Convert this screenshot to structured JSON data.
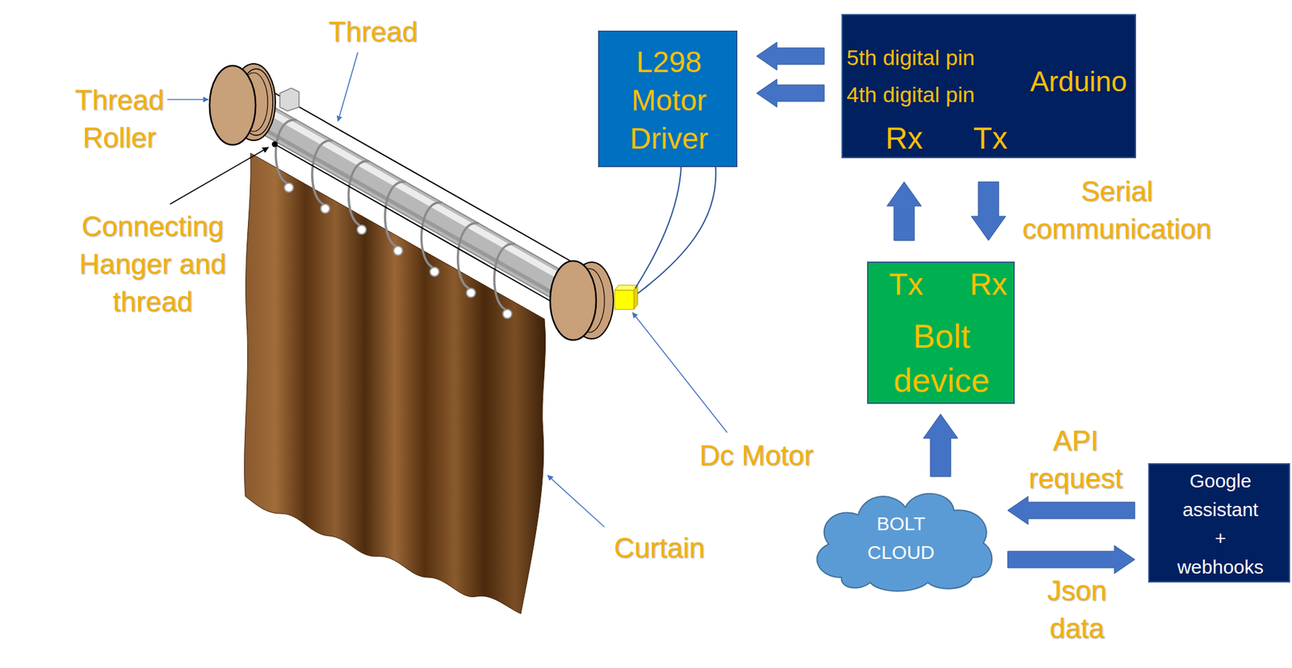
{
  "diagram": {
    "nodes": [
      {
        "text": [
          "L298 Motor Driver"
        ]
      },
      {
        "text": [
          "5th digital pin",
          "4th digital pin",
          "Arduino",
          "Rx",
          "Tx"
        ]
      },
      {
        "text": [
          "Tx",
          "Rx",
          "Bolt device"
        ]
      },
      {
        "text": [
          "BOLT CLOUD"
        ]
      },
      {
        "text": [
          "Google assistant + webhooks"
        ]
      }
    ],
    "edges": [
      {
        "from": 1,
        "to": 0,
        "arrow": "to"
      },
      {
        "from": 1,
        "to": 0,
        "arrow": "to"
      },
      {
        "from": 2,
        "to": 1,
        "arrow": "to"
      },
      {
        "from": 1,
        "to": 2,
        "arrow": "to"
      },
      {
        "from": 3,
        "to": 2,
        "arrow": "to"
      },
      {
        "from": 4,
        "to": 3,
        "arrow": "to",
        "label": "API request"
      },
      {
        "from": 3,
        "to": 4,
        "arrow": "to",
        "label": "Json data"
      }
    ],
    "labels": [
      "Thread",
      "Thread Roller",
      "Connecting Hanger and thread",
      "Dc Motor",
      "Curtain",
      "Serial communication"
    ]
  }
}
